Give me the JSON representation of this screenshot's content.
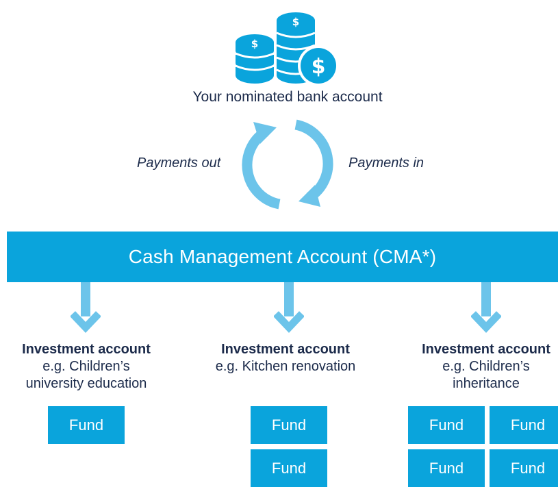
{
  "colors": {
    "accent": "#0aa4dc",
    "arrow_light": "#6cc4ea",
    "text_dark": "#1b2a4a"
  },
  "top": {
    "icon": "stacked-coins-dollar-icon",
    "label": "Your nominated bank account"
  },
  "cycle": {
    "icon": "circular-arrows-icon",
    "out_label": "Payments out",
    "in_label": "Payments in"
  },
  "cma": {
    "label": "Cash Management Account (CMA*)"
  },
  "investments": [
    {
      "title": "Investment account",
      "line1": "e.g. Children’s",
      "line2": "university education",
      "funds": [
        "Fund"
      ]
    },
    {
      "title": "Investment account",
      "line1": "e.g. Kitchen renovation",
      "line2": "",
      "funds": [
        "Fund",
        "Fund"
      ]
    },
    {
      "title": "Investment account",
      "line1": "e.g. Children’s",
      "line2": "inheritance",
      "funds": [
        "Fund",
        "Fund",
        "Fund",
        "Fund"
      ]
    }
  ]
}
